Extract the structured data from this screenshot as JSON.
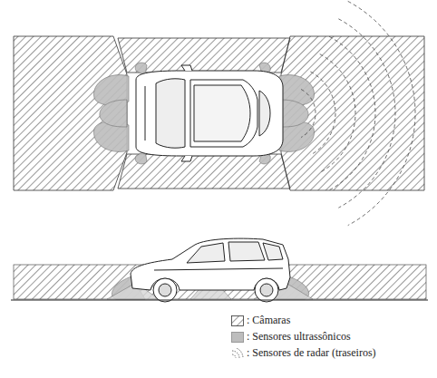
{
  "diagram": {
    "legend": [
      {
        "text": ": Câmaras"
      },
      {
        "text": ": Sensores ultrassônicos",
        "color": "#bdbdbd"
      },
      {
        "text": ": Sensores de radar (traseiros)"
      }
    ]
  }
}
